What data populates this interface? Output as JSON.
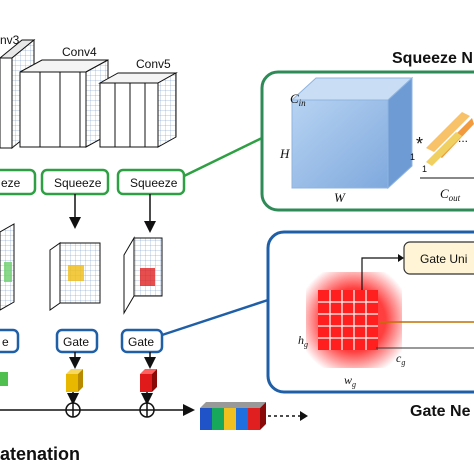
{
  "conv_labels": {
    "conv3": "nv3",
    "conv4": "Conv4",
    "conv5": "Conv5"
  },
  "squeeze_labels": {
    "left": "eze",
    "conv4": "Squeeze",
    "conv5": "Squeeze"
  },
  "gate_labels": {
    "left": "e",
    "conv4": "Gate",
    "conv5": "Gate"
  },
  "squeeze_module": {
    "title": "Squeeze N",
    "c_in": "C",
    "c_in_sub": "in",
    "h": "H",
    "w": "W",
    "c_out": "C",
    "c_out_sub": "out",
    "asterisk": "*",
    "one_a": "1",
    "one_b": "1",
    "dots": "..."
  },
  "gate_module": {
    "title": "Gate Ne",
    "gate_unit": "Gate Uni",
    "h_g": "h",
    "h_g_sub": "g",
    "w_g": "w",
    "w_g_sub": "g",
    "c_g": "c",
    "c_g_sub": "g"
  },
  "concat_label": "atenation",
  "colors": {
    "green": "#2ea043",
    "blue": "#1f5fa8",
    "squeeze_border": "#2e8b57",
    "gate_border": "#1f5fa8",
    "yellow": "#f0c020",
    "red": "#e02020",
    "gate_unit_fill": "#fff5d6"
  }
}
